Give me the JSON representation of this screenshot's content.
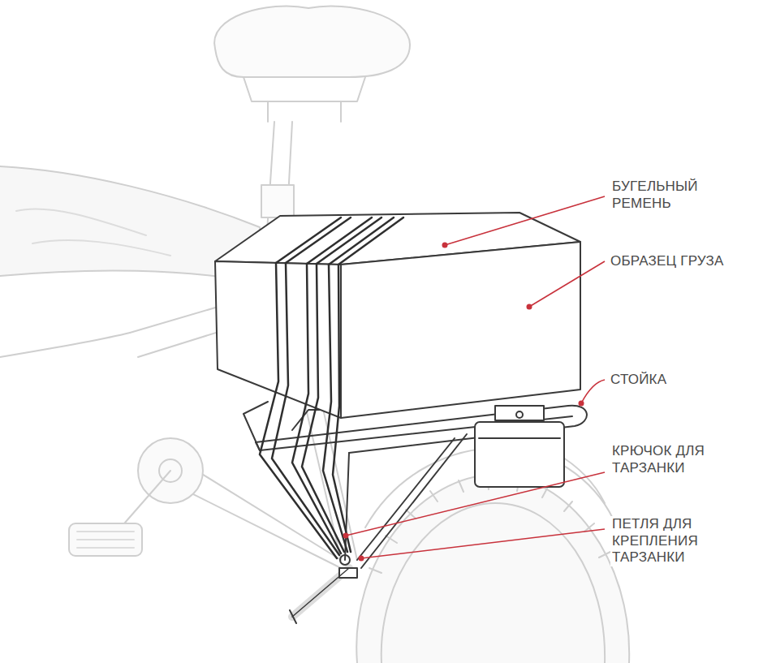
{
  "diagram": {
    "labels": [
      "БУГЕЛЬНЫЙ РЕМЕНЬ",
      "ОБРАЗЕЦ ГРУЗА",
      "СТОЙКА",
      "КРЮЧОК ДЛЯ ТАРЗАНКИ",
      "ПЕТЛЯ ДЛЯ КРЕПЛЕНИЯ ТАРЗАНКИ"
    ]
  }
}
